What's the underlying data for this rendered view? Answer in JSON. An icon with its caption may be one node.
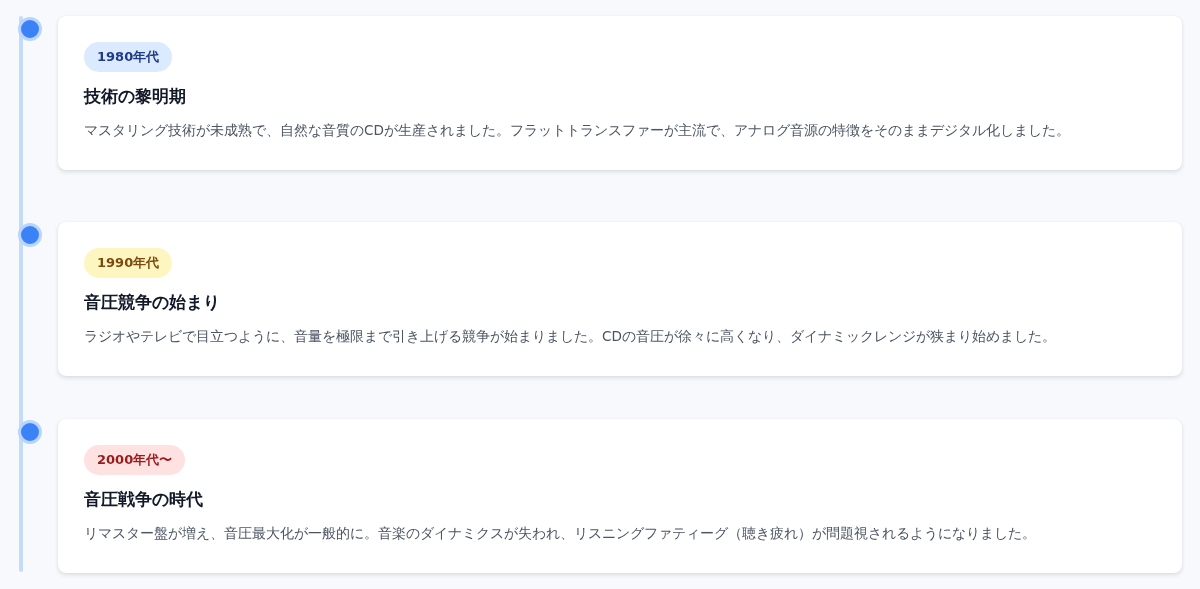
{
  "diagram": {
    "nodes": [
      {
        "text": [
          "技術の黎明期",
          "マスタリング技術が未成熟で、自然な音質のCDが生産されました。フラットトランスファーが主流で、アナログ音源の特徴をそのままデジタル化しました。"
        ]
      },
      {
        "text": [
          "1980年代"
        ],
        "in": 0
      },
      {
        "text": [
          "音圧競争の始まり",
          "ラジオやテレビで目立つように、音量を極限まで引き上げる競争が始まりました。CDの音圧が徐々に高くなり、ダイナミックレンジが狭まり始めました。"
        ]
      },
      {
        "text": [
          "1990年代"
        ],
        "in": 2
      },
      {
        "text": [
          "音圧戦争の時代",
          "リマスター盤が増え、音圧最大化が一般的に。音楽のダイナミクスが失われ、リスニングファティーグ（聴き疲れ）が問題視されるようになりました。"
        ]
      },
      {
        "text": [
          "2000年代〜"
        ],
        "in": 4
      }
    ]
  }
}
